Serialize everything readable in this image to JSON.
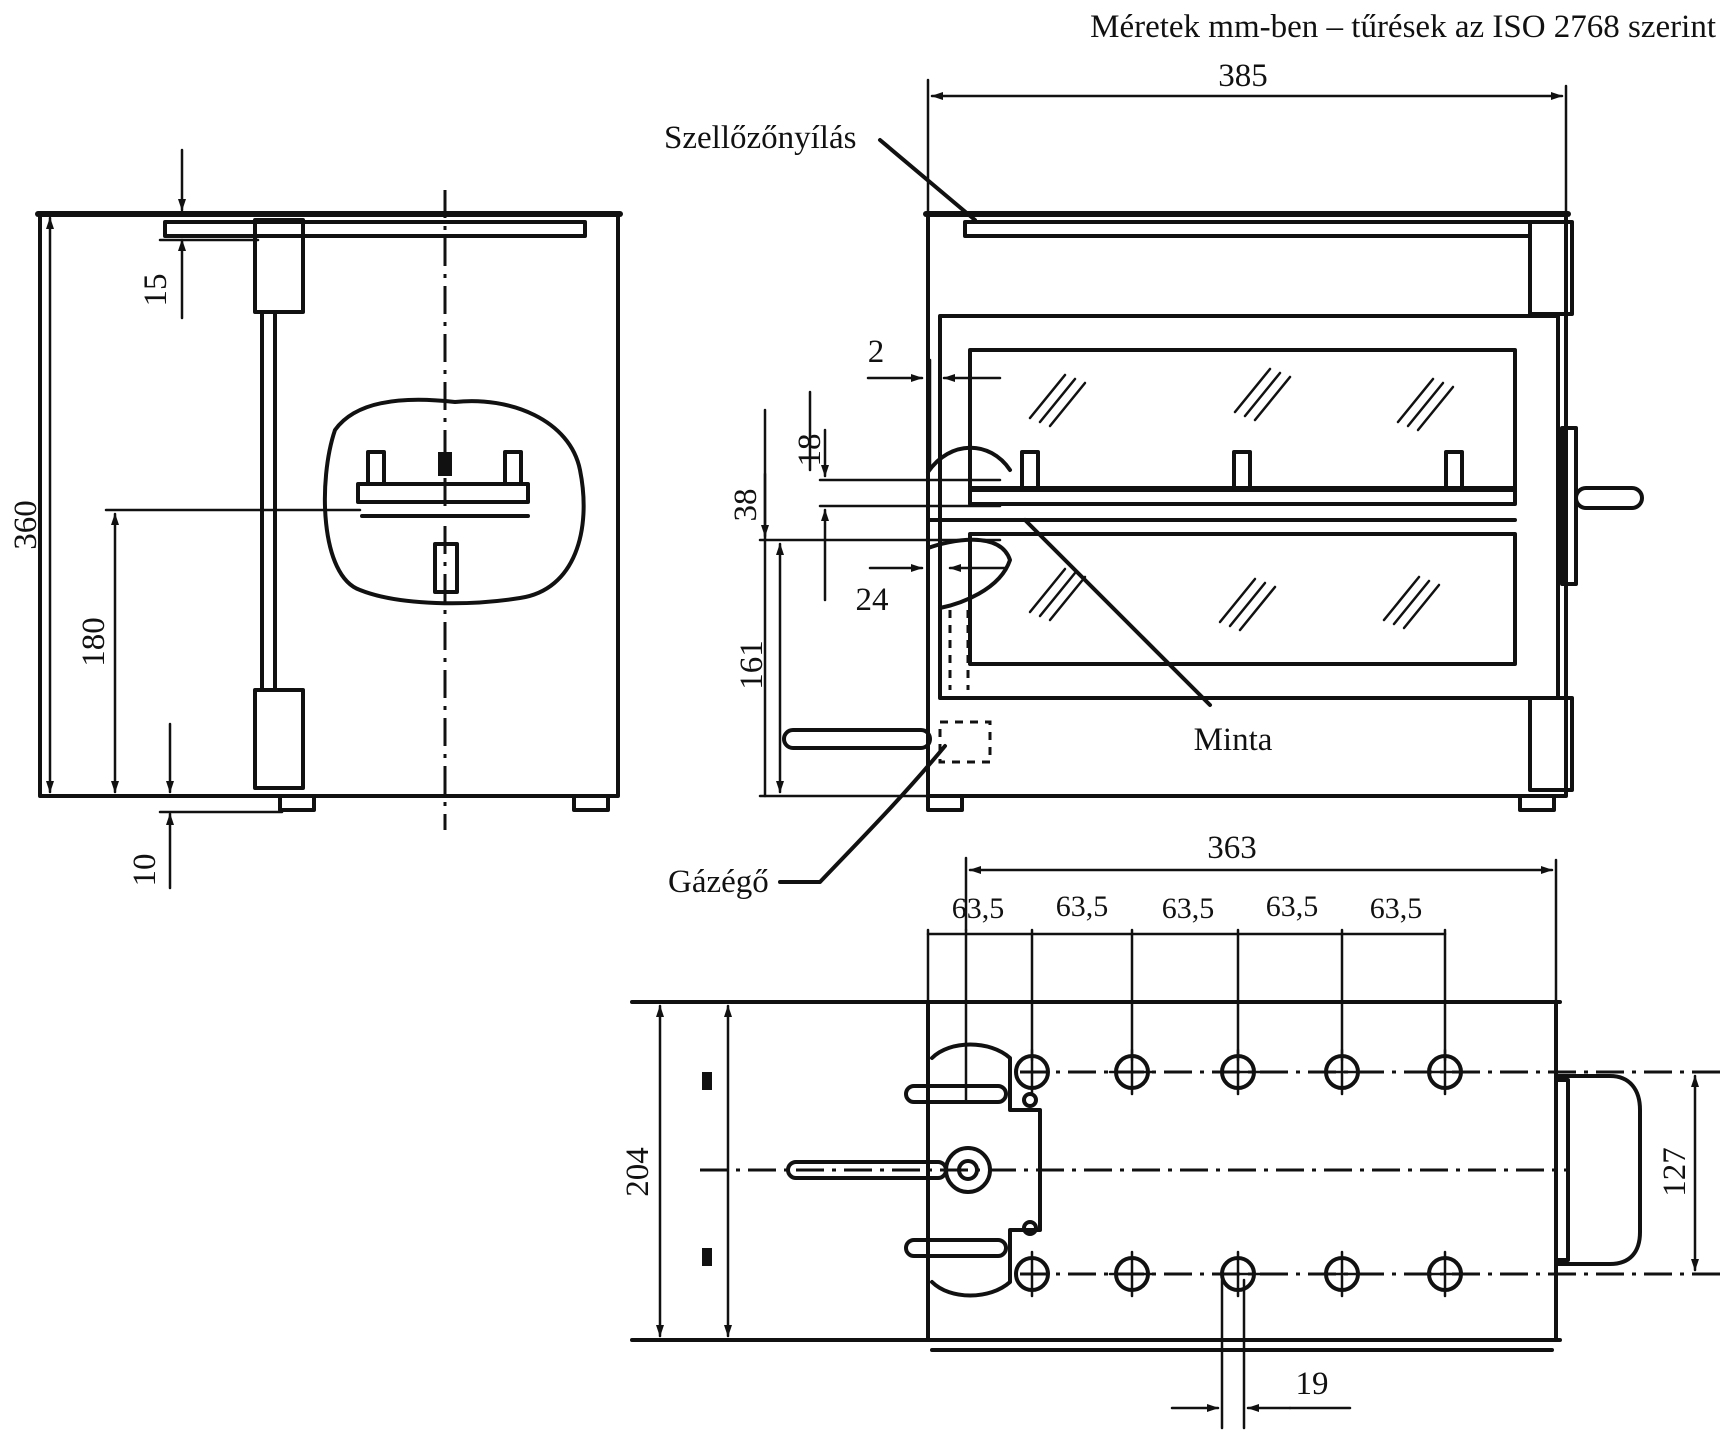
{
  "header": {
    "note": "Méretek mm-ben – tűrések az ISO 2768 szerint"
  },
  "labels": {
    "vent": "Szellőzőnyílás",
    "sample": "Minta",
    "burner": "Gázégő"
  },
  "dimensions": {
    "front_height": "360",
    "front_center": "180",
    "front_top": "15",
    "front_bottom": "10",
    "side_width": "385",
    "gap_2": "2",
    "gap_18": "18",
    "gap_38": "38",
    "gap_24": "24",
    "height_161": "161",
    "top_width": "363",
    "pitch_1": "63,5",
    "pitch_2": "63,5",
    "pitch_3": "63,5",
    "pitch_4": "63,5",
    "pitch_5": "63,5",
    "depth_204": "204",
    "handle_127": "127",
    "slot_19": "19"
  }
}
